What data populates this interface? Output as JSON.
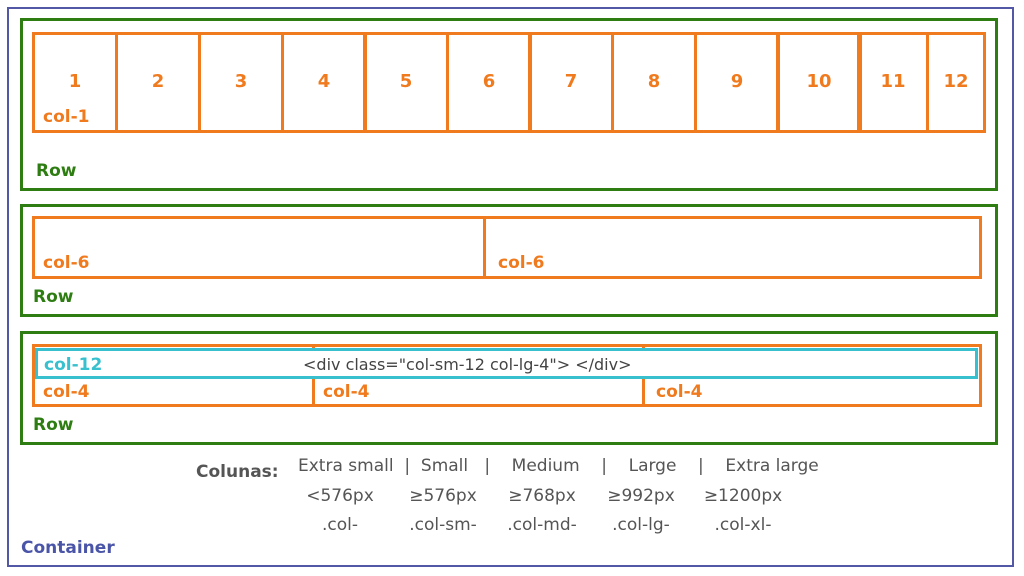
{
  "container_label": "Container",
  "row_label": "Row",
  "row1": {
    "numbers": [
      "1",
      "2",
      "3",
      "4",
      "5",
      "6",
      "7",
      "8",
      "9",
      "10",
      "11",
      "12"
    ],
    "col_label": "col-1"
  },
  "row2": {
    "col_labels": [
      "col-6",
      "col-6"
    ]
  },
  "row3": {
    "cyan_label": "col-12",
    "code": "<div class=\"col-sm-12 col-lg-4\"> </div>",
    "col_labels": [
      "col-4",
      "col-4",
      "col-4"
    ]
  },
  "columns": {
    "title": "Colunas:",
    "header": "Extra small  |  Small   |    Medium    |    Large    |    Extra large",
    "sizes": [
      "<576px",
      "≥576px",
      "≥768px",
      "≥992px",
      "≥1200px"
    ],
    "classes": [
      ".col-",
      ".col-sm-",
      ".col-md-",
      ".col-lg-",
      ".col-xl-"
    ]
  },
  "colors": {
    "container": "#5257a6",
    "row": "#2e7d12",
    "col": "#f07a1e",
    "highlight": "#38c0cf"
  }
}
